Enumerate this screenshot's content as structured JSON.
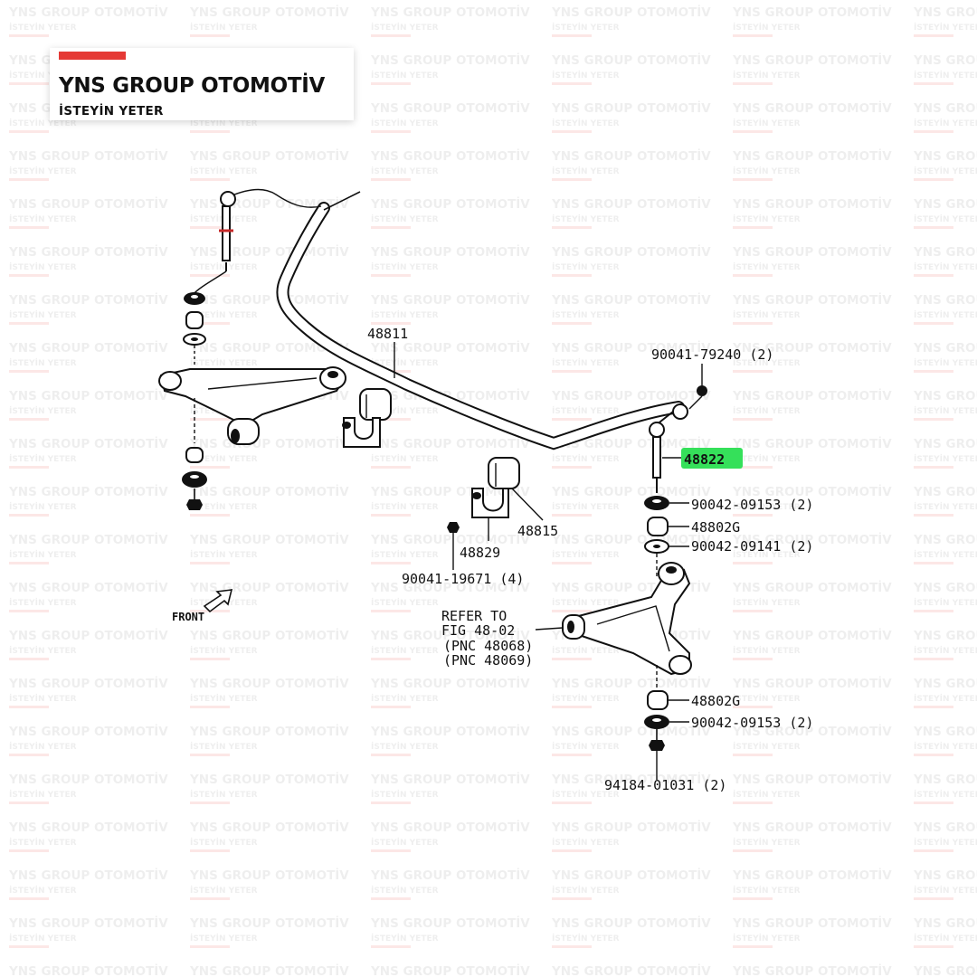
{
  "brand": {
    "name": "YNS GROUP OTOMOTİV",
    "tagline": "İSTEYİN YETER",
    "accent_color": "#e53935"
  },
  "watermark": {
    "title": "YNS GROUP OTOMOTİV",
    "subtitle": "İSTEYİN YETER"
  },
  "diagram": {
    "highlight_color": "#35e05a",
    "orientation_arrow": "FRONT",
    "callouts": [
      {
        "id": "48811",
        "text": "48811"
      },
      {
        "id": "90041-79240",
        "text": "90041-79240 (2)"
      },
      {
        "id": "48822",
        "text": "48822",
        "highlighted": true
      },
      {
        "id": "90042-09153-upper",
        "text": "90042-09153 (2)"
      },
      {
        "id": "48802G-upper",
        "text": "48802G"
      },
      {
        "id": "90042-09141",
        "text": "90042-09141 (2)"
      },
      {
        "id": "48815",
        "text": "48815"
      },
      {
        "id": "48829",
        "text": "48829"
      },
      {
        "id": "90041-19671",
        "text": "90041-19671 (4)"
      },
      {
        "id": "48802G-lower",
        "text": "48802G"
      },
      {
        "id": "90042-09153-lower",
        "text": "90042-09153 (2)"
      },
      {
        "id": "94184-01031",
        "text": "94184-01031 (2)"
      }
    ],
    "refer": {
      "line1": "REFER TO",
      "line2": "FIG 48-02",
      "line3": "(PNC 48068)",
      "line4": "(PNC 48069)"
    }
  }
}
